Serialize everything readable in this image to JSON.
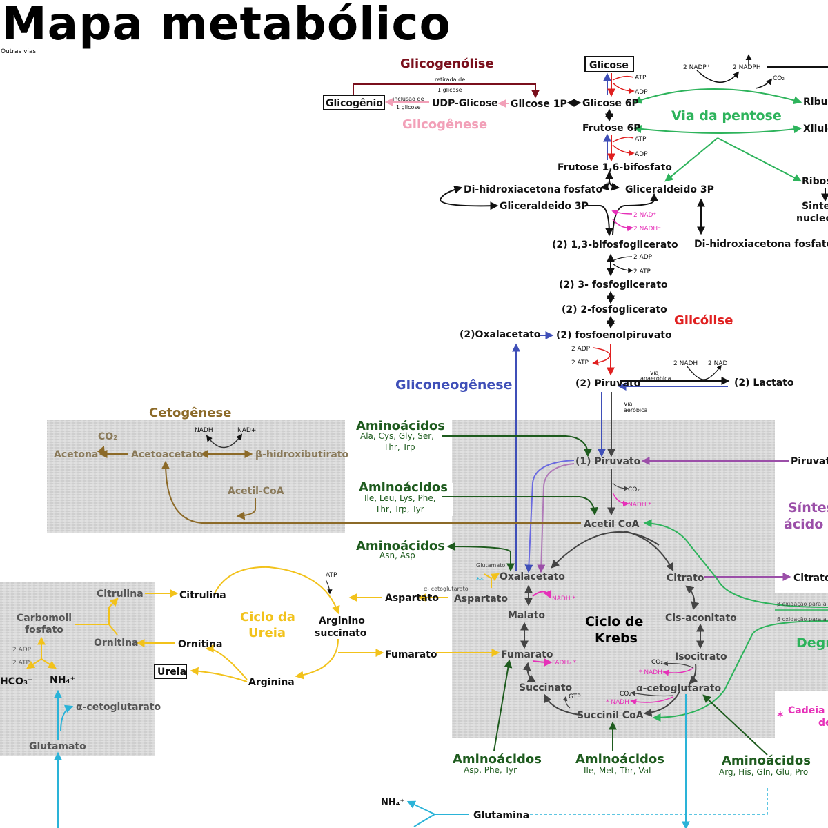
{
  "page": {
    "title": "Mapa metabólico",
    "subtitle": "Outras vias"
  },
  "colors": {
    "glycolysis": "#e02020",
    "glycogenolysis": "#7a0f1c",
    "glycogenesis": "#f2a0b8",
    "gluconeogenesis": "#3f4fb8",
    "pentose": "#2db35b",
    "ketogenesis": "#8c6a28",
    "urea": "#f2c21b",
    "nadh": "#e630b8",
    "amino_dark": "#1e5b1e",
    "purple": "#9b4fa8",
    "cyan": "#2ab3d8",
    "krebs": "#444444"
  },
  "pathways": {
    "glicogenolise": "Glicogenólise",
    "glicogenese": "Glicogênese",
    "via_pentose": "Via da pentose",
    "glicolise": "Glicólise",
    "gliconeogenese": "Gliconeogênese",
    "cetogenese": "Cetogênese",
    "ciclo_ureia": [
      "Ciclo da",
      "Ureia"
    ],
    "ciclo_krebs": [
      "Ciclo de",
      "Krebs"
    ],
    "sintese_acido": [
      "Síntes",
      "ácido g"
    ],
    "degr": "Degr"
  },
  "metabolites": {
    "glicose": "Glicose",
    "glicose_6p": "Glicose 6P",
    "glicose_1p": "Glicose 1P",
    "udp_glicose": "UDP-Glicose",
    "glicogenio": "Glicogênio",
    "frutose_6p": "Frutose 6P",
    "frutose_16": "Frutose 1,6-bifosfato",
    "dhap": "Di-hidroxiacetona fosfato",
    "gliceraldeido_3p": "Gliceraldeido 3P",
    "gliceraldeido_3p_b": "Gliceraldeido 3P",
    "dhap_right": "Di-hidroxiacetona fosfato",
    "bpg13": "(2) 1,3-bifosfoglicerato",
    "pg3": "(2) 3- fosfoglicerato",
    "pg2": "(2) 2-fosfoglicerato",
    "pep": "(2) fosfoenolpiruvato",
    "oxalacetato_top": "(2)Oxalacetato",
    "piruvato2": "(2) Piruvato",
    "lactato": "(2) Lactato",
    "piruvato1": "(1) Piruvato",
    "piruvato_right": "Piruvato",
    "acetil_coa": "Acetil CoA",
    "citrato": "Citrato",
    "citrato_right": "Citrato",
    "cis_aconitato": "Cis-aconitato",
    "isocitrato": "Isocitrato",
    "a_ceto_krebs": "α-cetoglutarato",
    "succinil_coa": "Succinil CoA",
    "succinato": "Succinato",
    "fumarato": "Fumarato",
    "malato": "Malato",
    "oxalacetato": "Oxalacetato",
    "aspartato_k": "Aspartato",
    "glutamato_k": "Glutamato",
    "a_ceto_small": "α- cetoglutarato",
    "ribu": "Ribu",
    "xilulo": "Xilulo",
    "ribos": "Ribos",
    "sinte": "Sinte",
    "nucle": "nucleo",
    "acetona": "Acetona",
    "co2_keto": "CO₂",
    "acetoacetato": "Acetoacetato",
    "b_hidroxi": "β-hidroxibutirato",
    "acetil_coa_keto": "Acetil-CoA",
    "citrulina_l": "Citrulina",
    "citrulina": "Citrulina",
    "carbomoil": [
      "Carbomoil",
      "fosfato"
    ],
    "ornitina_l": "Ornitina",
    "ornitina": "Ornitina",
    "ureia": "Ureia",
    "arginina": "Arginina",
    "arginino": [
      "Arginino",
      "succinato"
    ],
    "aspartato": "Aspartato",
    "fumarato_u": "Fumarato",
    "hco3": "HCO₃⁻",
    "nh4": "NH₄⁺",
    "a_ceto_left": "α-cetoglutarato",
    "glutamato_left": "Glutamato",
    "nh4_bottom": "NH₄⁺",
    "glutamina": "Glutamina"
  },
  "cofactors": {
    "atp": "ATP",
    "adp": "ADP",
    "nadp": "2 NADP⁺",
    "nadph": "2 NADPH",
    "co2": "CO₂",
    "nad2": "2 NAD⁺",
    "nadh2": "2 NADH⁻",
    "adp2": "2 ADP",
    "atp2": "2 ATP",
    "nadh2b": "2 NADH",
    "nad2b": "2 NAD⁺",
    "nadh": "NADH",
    "nadh_star": "NADH *",
    "fadh": "FADH₂ *",
    "gtp": "GTP",
    "nad_plus": "NAD+",
    "star_nadh": "* NADH",
    "double_star": "**"
  },
  "annotations": {
    "retirada": [
      "retirada de",
      "1 glicose"
    ],
    "inclusao": [
      "inclusão de",
      "1 glicose"
    ],
    "via_anaerobica": [
      "Via",
      "anaeróbica"
    ],
    "via_aerobica": [
      "Via",
      "aeróbica"
    ],
    "b_oxidacao_1": "β oxidação para a",
    "b_oxidacao_2": "β oxidação para a",
    "cadeia": [
      "Cadeia",
      "de"
    ],
    "star": "*"
  },
  "amino_acids": {
    "group1": {
      "title": "Aminoácidos",
      "list": "Ala, Cys, Gly, Ser,",
      "list2": "Thr, Trp"
    },
    "group2": {
      "title": "Aminoácidos",
      "list": "Ile, Leu, Lys, Phe,",
      "list2": "Thr, Trp, Tyr"
    },
    "group3": {
      "title": "Aminoácidos",
      "list": "Asn, Asp"
    },
    "group4": {
      "title": "Aminoácidos",
      "list": "Asp, Phe, Tyr"
    },
    "group5": {
      "title": "Aminoácidos",
      "list": "Ile, Met, Thr, Val"
    },
    "group6": {
      "title": "Aminoácidos",
      "list": "Arg, His, Gln, Glu, Pro"
    }
  }
}
